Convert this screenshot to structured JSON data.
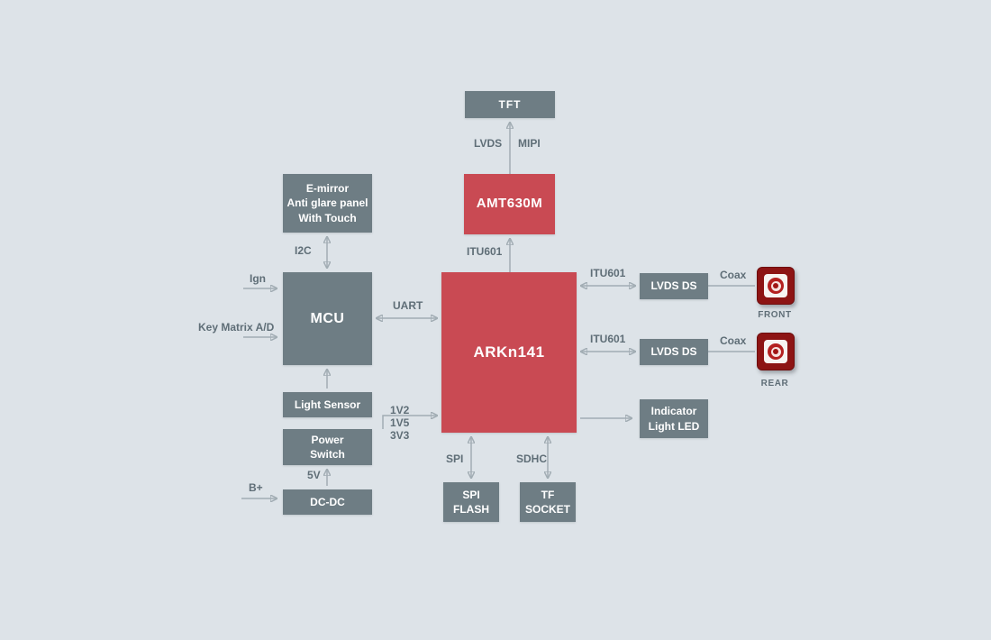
{
  "blocks": {
    "tft": "TFT",
    "amt630m": "AMT630M",
    "arkn141": "ARKn141",
    "emirror": "E-mirror\nAnti glare panel\nWith Touch",
    "mcu": "MCU",
    "light_sensor": "Light Sensor",
    "power_switch": "Power\nSwitch",
    "dcdc": "DC-DC",
    "spi_flash": "SPI\nFLASH",
    "tf_socket": "TF\nSOCKET",
    "lvds_ds_front": "LVDS DS",
    "lvds_ds_rear": "LVDS DS",
    "indicator_led": "Indicator\nLight LED"
  },
  "labels": {
    "lvds": "LVDS",
    "mipi": "MIPI",
    "itu601_top": "ITU601",
    "i2c": "I2C",
    "ign": "Ign",
    "key_matrix": "Key Matrix A/D",
    "uart": "UART",
    "v12": "1V2",
    "v15": "1V5",
    "v33": "3V3",
    "v5": "5V",
    "bplus": "B+",
    "spi": "SPI",
    "sdhc": "SDHC",
    "itu601_front": "ITU601",
    "itu601_rear": "ITU601",
    "coax_front": "Coax",
    "coax_rear": "Coax",
    "front": "FRONT",
    "rear": "REAR"
  },
  "colors": {
    "background": "#dde3e8",
    "block_gray": "#6e7d84",
    "block_red": "#c94a53",
    "line": "#a2adb4",
    "label_text": "#5f6e77",
    "camera_red": "#8d1414"
  }
}
